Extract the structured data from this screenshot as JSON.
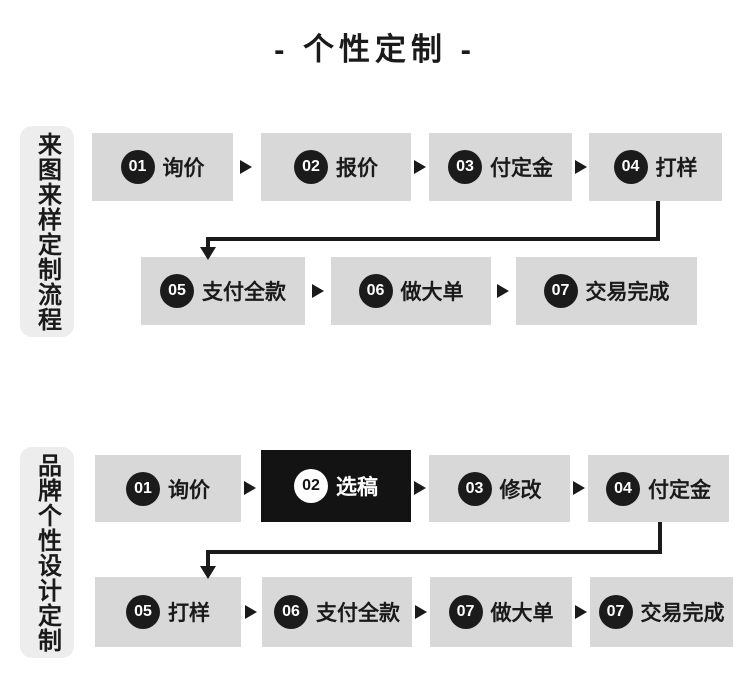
{
  "page": {
    "title": "- 个性定制 -"
  },
  "colors": {
    "box_bg": "#d8d8d8",
    "label_bg": "#ededed",
    "badge_bg": "#1b1b1b",
    "badge_text": "#ffffff",
    "highlight_bg": "#131313",
    "highlight_text": "#ffffff",
    "text": "#1a1a1a",
    "connector": "#1a1a1a"
  },
  "sections": [
    {
      "label": "来图来样定制流程",
      "rows": [
        [
          {
            "num": "01",
            "label": "询价"
          },
          {
            "num": "02",
            "label": "报价"
          },
          {
            "num": "03",
            "label": "付定金"
          },
          {
            "num": "04",
            "label": "打样"
          }
        ],
        [
          {
            "num": "05",
            "label": "支付全款"
          },
          {
            "num": "06",
            "label": "做大单"
          },
          {
            "num": "07",
            "label": "交易完成"
          }
        ]
      ]
    },
    {
      "label": "品牌个性设计定制",
      "rows": [
        [
          {
            "num": "01",
            "label": "询价"
          },
          {
            "num": "02",
            "label": "选稿",
            "highlighted": true
          },
          {
            "num": "03",
            "label": "修改"
          },
          {
            "num": "04",
            "label": "付定金"
          }
        ],
        [
          {
            "num": "05",
            "label": "打样"
          },
          {
            "num": "06",
            "label": "支付全款"
          },
          {
            "num": "07",
            "label": "做大单"
          },
          {
            "num": "07",
            "label": "交易完成"
          }
        ]
      ]
    }
  ]
}
